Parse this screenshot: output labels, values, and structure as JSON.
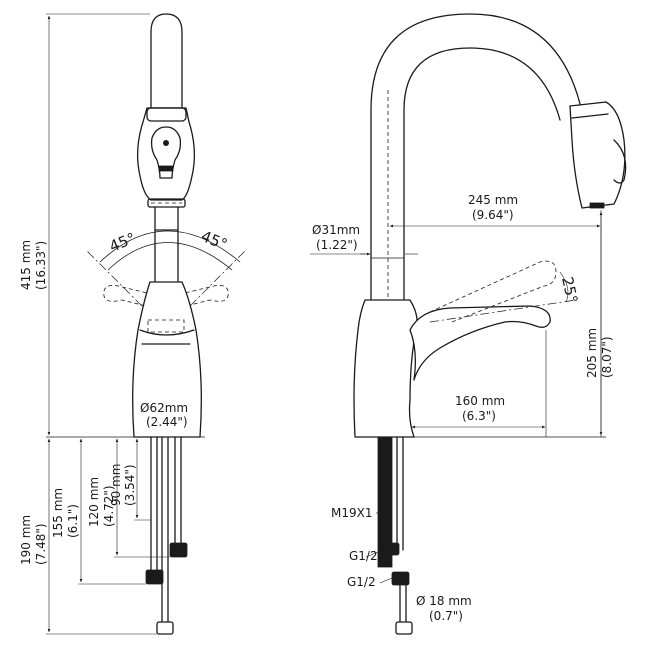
{
  "front_view": {
    "height_total": {
      "metric": "415 mm",
      "imperial": "(16.33\")"
    },
    "below_190": {
      "metric": "190 mm",
      "imperial": "(7.48\")"
    },
    "below_155": {
      "metric": "155 mm",
      "imperial": "(6.1\")"
    },
    "below_120": {
      "metric": "120 mm",
      "imperial": "(4.72\")"
    },
    "below_90": {
      "metric": "90 mm",
      "imperial": "(3.54\")"
    },
    "base_diameter": {
      "metric": "Ø62mm",
      "imperial": "(2.44\")"
    },
    "angle_left": "45°",
    "angle_right": "45°"
  },
  "side_view": {
    "spout_reach": {
      "metric": "245 mm",
      "imperial": "(9.64\")"
    },
    "spout_diameter": {
      "metric": "Ø31mm",
      "imperial": "(1.22\")"
    },
    "handle_angle": "25°",
    "spout_height": {
      "metric": "205 mm",
      "imperial": "(8.07\")"
    },
    "handle_reach": {
      "metric": "160 mm",
      "imperial": "(6.3\")"
    },
    "thread": "M19X1",
    "hose_a": "G1/2",
    "hose_b": "G1/2",
    "shank_diameter": {
      "metric": "Ø 18 mm",
      "imperial": "(0.7\")"
    }
  }
}
